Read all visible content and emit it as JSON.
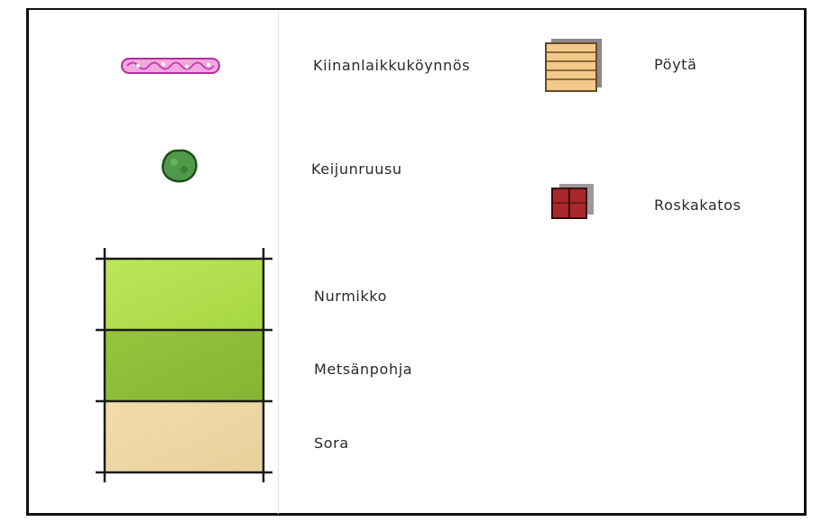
{
  "legend": {
    "items": [
      {
        "label": "Kiinanlaikkuköynnös"
      },
      {
        "label": "Pöytä"
      },
      {
        "label": "Keijunruusu"
      },
      {
        "label": "Roskakatos"
      },
      {
        "label": "Nurmikko"
      },
      {
        "label": "Metsänpohja"
      },
      {
        "label": "Sora"
      }
    ]
  },
  "colors": {
    "vine_pink": "#e86cc8",
    "rose_green": "#3f8a3c",
    "lawn": "#b3e04a",
    "forest_floor": "#8fbf37",
    "gravel": "#efd9a4",
    "table_wood": "#f2c98a",
    "bin_red": "#a8282c"
  }
}
